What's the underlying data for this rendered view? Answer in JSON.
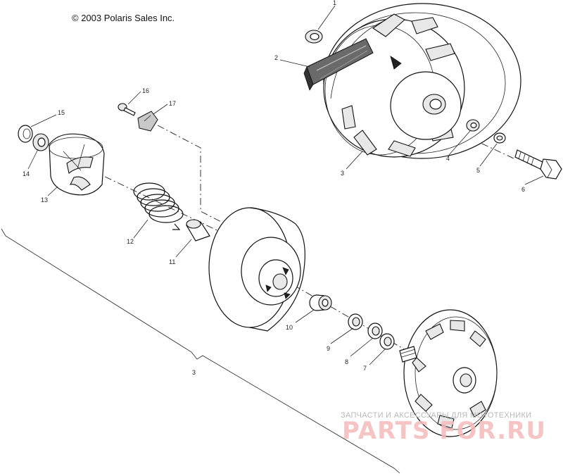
{
  "diagram": {
    "copyright": "© 2003 Polaris Sales Inc.",
    "callouts": [
      {
        "id": "1",
        "label": "1"
      },
      {
        "id": "2",
        "label": "2"
      },
      {
        "id": "3a",
        "label": "3"
      },
      {
        "id": "4",
        "label": "4"
      },
      {
        "id": "5",
        "label": "5"
      },
      {
        "id": "6",
        "label": "6"
      },
      {
        "id": "7",
        "label": "7"
      },
      {
        "id": "8",
        "label": "8"
      },
      {
        "id": "9",
        "label": "9"
      },
      {
        "id": "10",
        "label": "10"
      },
      {
        "id": "11",
        "label": "11"
      },
      {
        "id": "12",
        "label": "12"
      },
      {
        "id": "13",
        "label": "13"
      },
      {
        "id": "14",
        "label": "14"
      },
      {
        "id": "15",
        "label": "15"
      },
      {
        "id": "16",
        "label": "16"
      },
      {
        "id": "17",
        "label": "17"
      },
      {
        "id": "3b",
        "label": "3"
      }
    ],
    "watermark": {
      "subtitle": "ЗАПЧАСТИ И АКСЕССУАРЫ ДЛЯ МОТОТЕХНИКИ",
      "brand": "PARTS FOR.RU"
    }
  }
}
